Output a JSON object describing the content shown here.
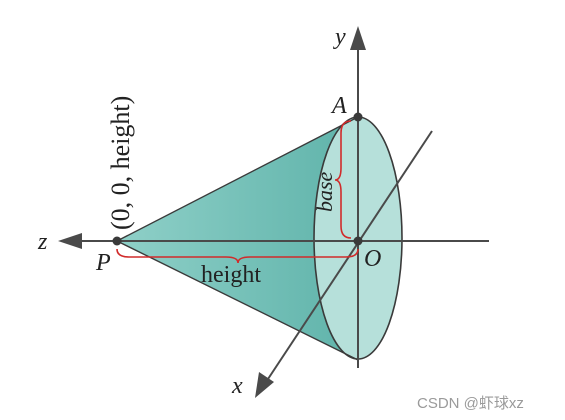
{
  "axes": {
    "x": "x",
    "y": "y",
    "z": "z"
  },
  "points": {
    "apex": "P",
    "top": "A",
    "origin": "O"
  },
  "labels": {
    "apex_coordinates": "(0, 0, height)",
    "base": "base",
    "height": "height"
  },
  "watermark": "CSDN @虾球xz",
  "colors": {
    "cone_side": "#7ec8c0",
    "cone_side_dark": "#5fb5ab",
    "base_face": "#b6e0da",
    "outline": "#3a3a3a",
    "brace": "#d12b2b",
    "point": "#3a3a3a"
  }
}
